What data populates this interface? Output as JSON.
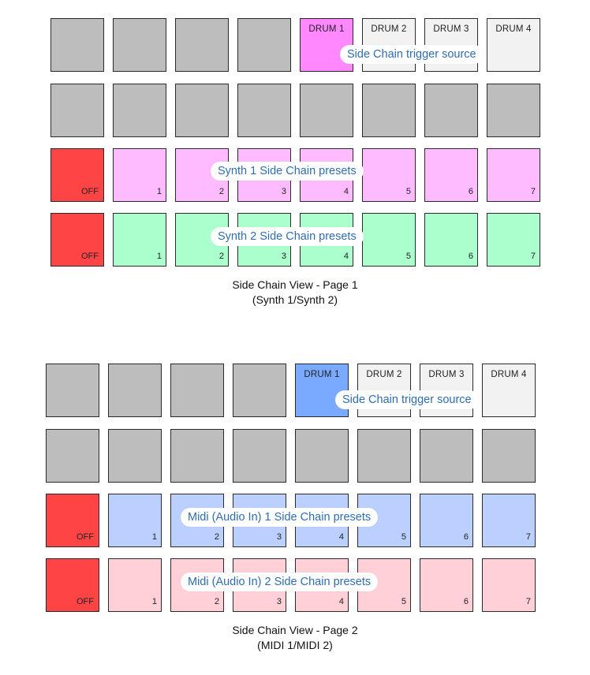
{
  "colors": {
    "gray": "#bdbdbd",
    "white_pad": "#f2f2f2",
    "off_red": "#fe4444",
    "drum_magenta": "#ff88ff",
    "synth1_pink": "#ffbbff",
    "synth2_green": "#aaffcc",
    "drum_blue": "#7aaaff",
    "midi1_blue": "#bbd0ff",
    "midi2_pink": "#ffd0d8",
    "callout_text": "#2f6db0"
  },
  "page1": {
    "drums": [
      "DRUM 1",
      "DRUM 2",
      "DRUM 3",
      "DRUM 4"
    ],
    "off_label": "OFF",
    "preset_numbers": [
      "1",
      "2",
      "3",
      "4",
      "5",
      "6",
      "7"
    ],
    "trigger_callout": "Side Chain trigger source",
    "row1_callout": "Synth 1 Side Chain presets",
    "row2_callout": "Synth 2 Side Chain presets",
    "caption_line1": "Side Chain View - Page 1",
    "caption_line2": "(Synth 1/Synth 2)"
  },
  "page2": {
    "drums": [
      "DRUM 1",
      "DRUM 2",
      "DRUM 3",
      "DRUM 4"
    ],
    "off_label": "OFF",
    "preset_numbers": [
      "1",
      "2",
      "3",
      "4",
      "5",
      "6",
      "7"
    ],
    "trigger_callout": "Side Chain trigger source",
    "row1_callout": "Midi (Audio In) 1 Side Chain presets",
    "row2_callout": "Midi (Audio In) 2 Side Chain presets",
    "caption_line1": "Side Chain View - Page 2",
    "caption_line2": "(MIDI 1/MIDI 2)"
  }
}
